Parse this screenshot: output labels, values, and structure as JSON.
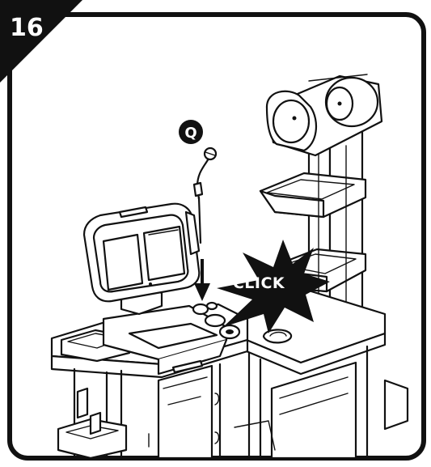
{
  "step": {
    "number": "16"
  },
  "part_marker": {
    "letter": "Q"
  },
  "action": {
    "label": "CLICK"
  },
  "colors": {
    "ink": "#111111",
    "paper": "#ffffff",
    "badge": "#111111"
  },
  "icons": [
    "step-badge",
    "part-callout-q",
    "click-starburst",
    "insertion-arrow"
  ]
}
